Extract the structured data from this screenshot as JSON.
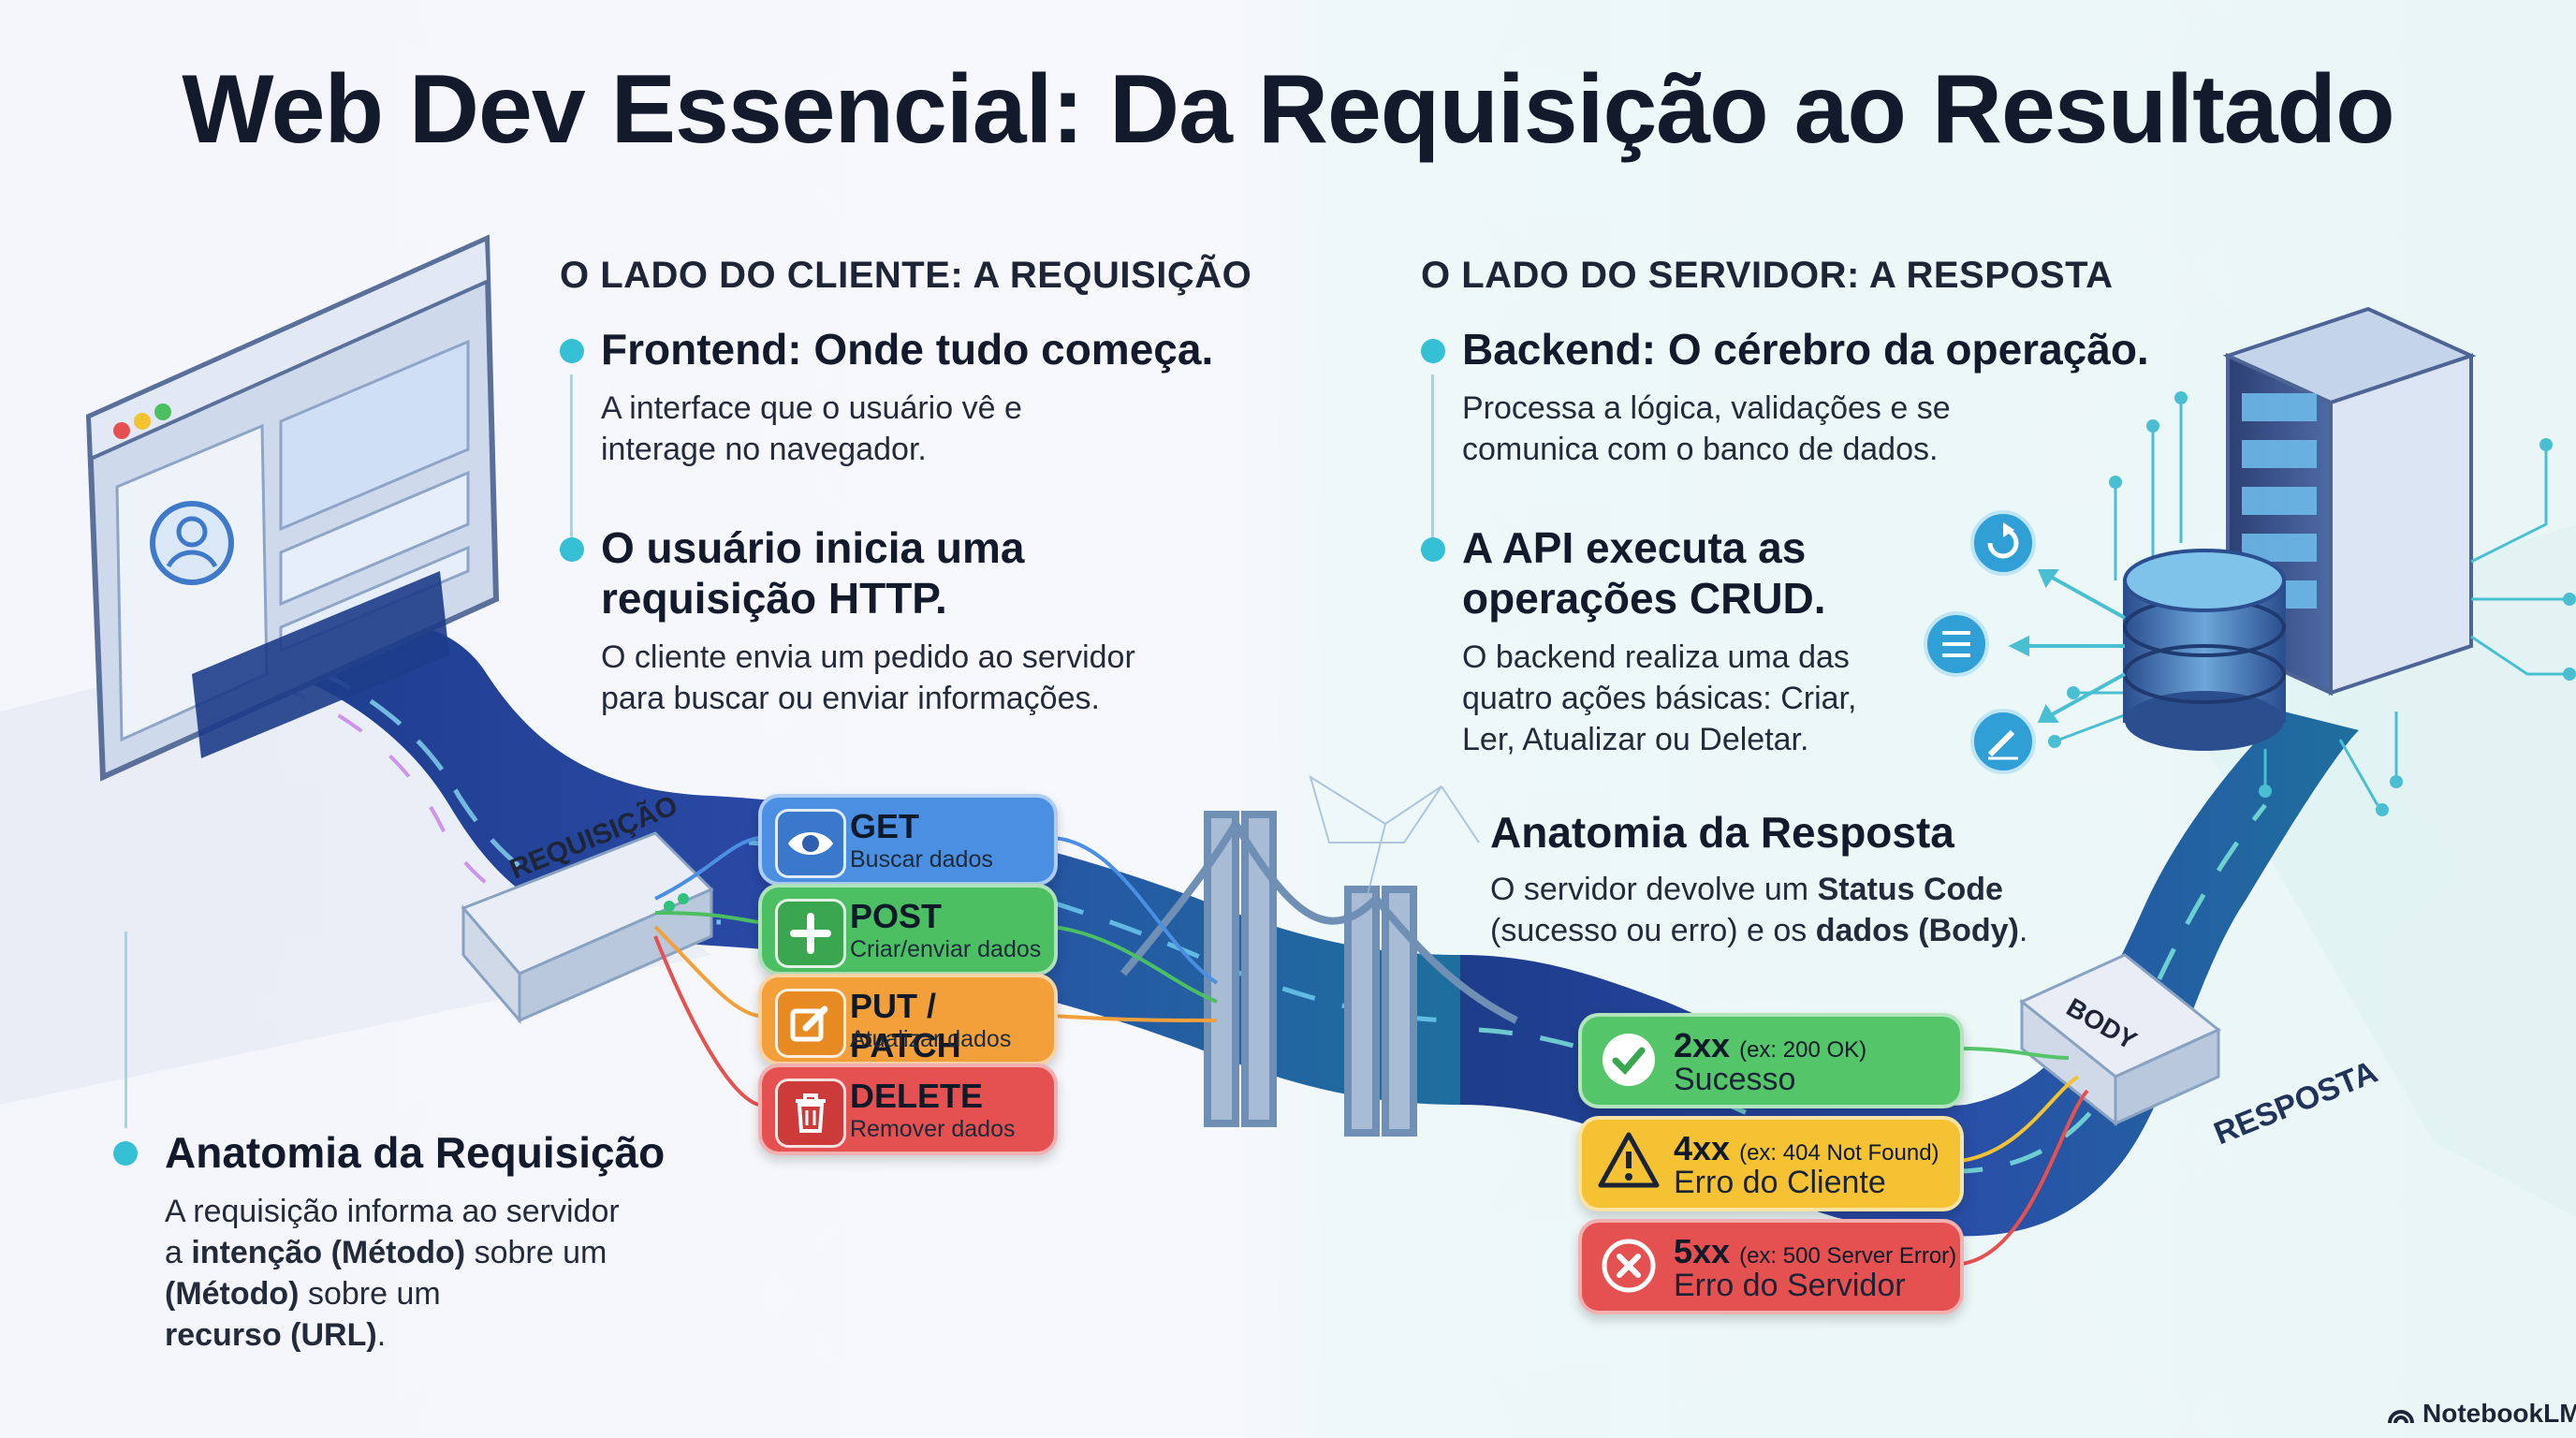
{
  "title": "Web Dev Essencial: Da Requisição ao Resultado",
  "client": {
    "heading": "O LADO DO CLIENTE: A REQUISIÇÃO",
    "bullets": [
      {
        "title": "Frontend: Onde tudo começa.",
        "text_1": "A interface que o usuário vê e",
        "text_2": "interage no navegador."
      },
      {
        "title_1": "O usuário inicia uma",
        "title_2": "requisição HTTP.",
        "text_1": "O cliente envia um pedido ao servidor",
        "text_2": "para buscar ou enviar informações."
      }
    ]
  },
  "server": {
    "heading": "O LADO DO SERVIDOR: A RESPOSTA",
    "bullets": [
      {
        "title": "Backend: O cérebro da operação.",
        "text_1": "Processa a lógica, validações e se",
        "text_2": "comunica com o banco de dados."
      },
      {
        "title_1": "A API executa as",
        "title_2": "operações CRUD.",
        "text_1": "O backend realiza uma das",
        "text_2": "quatro ações básicas: Criar,",
        "text_3": "Ler, Atualizar ou Deletar."
      }
    ]
  },
  "request_anatomy": {
    "title": "Anatomia da Requisição",
    "line_1": "A requisição informa ao servidor",
    "line_2_pre": "a ",
    "line_2_bold": "intenção (Método)",
    "line_2_post": " sobre um",
    "line_3_bold": "(Método)",
    "line_3_post": " sobre um",
    "line_4_bold": "recurso (URL)",
    "line_4_post": "."
  },
  "response_anatomy": {
    "title": "Anatomia da Resposta",
    "line_1_pre": "O servidor devolve um ",
    "line_1_bold": "Status Code",
    "line_2_pre": "(sucesso ou erro) e os ",
    "line_2_bold": "dados (Body)",
    "line_2_post": "."
  },
  "methods": [
    {
      "name": "GET",
      "desc": "Buscar dados",
      "icon": "eye-icon",
      "color": "#4a8fe2"
    },
    {
      "name": "POST",
      "desc": "Criar/enviar dados",
      "icon": "plus-icon",
      "color": "#4cbf63"
    },
    {
      "name": "PUT / PATCH",
      "desc": "Atualizar dados",
      "icon": "edit-icon",
      "color": "#f3a03a"
    },
    {
      "name": "DELETE",
      "desc": "Remover dados",
      "icon": "trash-icon",
      "color": "#e55050"
    }
  ],
  "statuses": [
    {
      "code": "2xx",
      "example": "(ex: 200 OK)",
      "label": "Sucesso",
      "icon": "check-circle-icon",
      "color": "#55c56a"
    },
    {
      "code": "4xx",
      "example": "(ex: 404 Not Found)",
      "label": "Erro do Cliente",
      "icon": "warning-icon",
      "color": "#f5c233"
    },
    {
      "code": "5xx",
      "example": "(ex: 500 Server Error)",
      "label": "Erro do Servidor",
      "icon": "x-circle-icon",
      "color": "#e55050"
    }
  ],
  "stream_labels": {
    "request": "REQUISIÇÃO",
    "body": "BODY",
    "response": "RESPOSTA"
  },
  "brand": "NotebookLM"
}
